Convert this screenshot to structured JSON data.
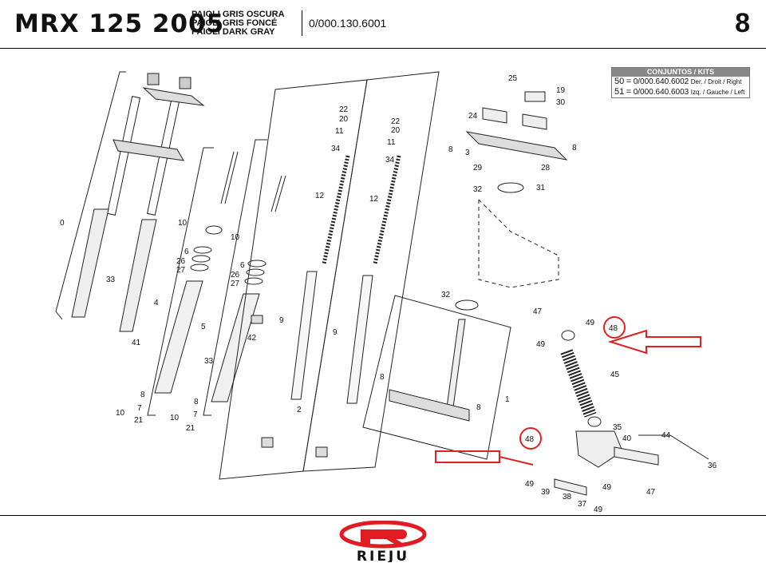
{
  "header": {
    "model": "MRX 125 2005",
    "color_lines": [
      "PAIOLI GRIS OSCURA",
      "PAIOLI GRIS FONCÉ",
      "PAIOLI DARK GRAY"
    ],
    "part_number": "0/000.130.6001",
    "page_number": "8"
  },
  "kits": {
    "title": "CONJUNTOS / KITS",
    "rows": [
      {
        "id": "50",
        "eq": "=",
        "code": "0/000.640.6002",
        "side": "Der. / Droit / Right"
      },
      {
        "id": "51",
        "eq": "=",
        "code": "0/000.640.6003",
        "side": "Izq. / Gauche / Left"
      }
    ]
  },
  "callouts": {
    "c0": "0",
    "c33a": "33",
    "c41": "41",
    "c4": "4",
    "c10a": "10",
    "c6a": "6",
    "c26a": "26",
    "c27a": "27",
    "c8a": "8",
    "c7a": "7",
    "c21a": "21",
    "c10b": "10",
    "c5": "5",
    "c10c": "10",
    "c6b": "6",
    "c26b": "26",
    "c27b": "27",
    "c42": "42",
    "c33b": "33",
    "c8b": "8",
    "c7b": "7",
    "c21b": "21",
    "c10d": "10",
    "c22a": "22",
    "c20a": "20",
    "c11a": "11",
    "c34a": "34",
    "c12a": "12",
    "c9a": "9",
    "c2": "2",
    "c22b": "22",
    "c20b": "20",
    "c11b": "11",
    "c34b": "34",
    "c12b": "12",
    "c9b": "9",
    "c25": "25",
    "c19": "19",
    "c30": "30",
    "c24": "24",
    "c3": "3",
    "c8c": "8",
    "c8d": "8",
    "c29": "29",
    "c28": "28",
    "c32a": "32",
    "c31": "31",
    "c32b": "32",
    "c1": "1",
    "c8e": "8",
    "c8f": "8",
    "c47a": "47",
    "c49a": "49",
    "c49b": "49",
    "c48a": "48",
    "c45": "45",
    "c48b": "48",
    "c35": "35",
    "c40": "40",
    "c44": "44",
    "c36": "36",
    "c47b": "47",
    "c49c": "49",
    "c39": "39",
    "c38": "38",
    "c37": "37",
    "c49d": "49"
  },
  "logo": {
    "text": "RIEJU",
    "color": "#e21b23"
  }
}
